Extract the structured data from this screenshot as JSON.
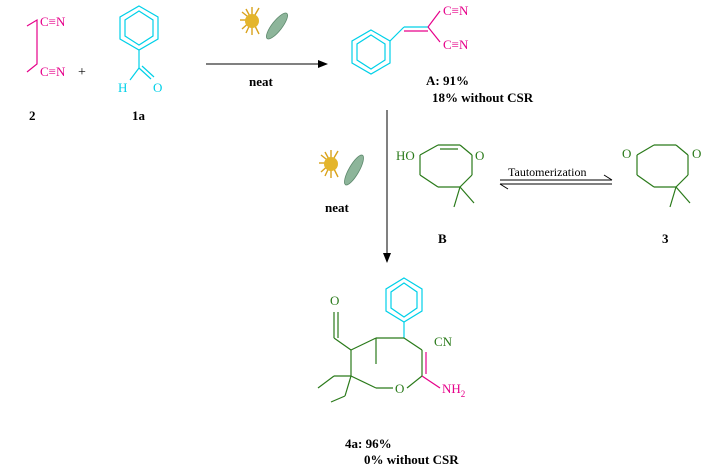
{
  "colors": {
    "malononitrile": "#e6008a",
    "aldehyde": "#00d0e8",
    "dimedone": "#2a7a1a",
    "black": "#000000",
    "sun": "#d9a21b",
    "leaf": "#7fa58a"
  },
  "reactants": {
    "malononitrile_cn_top": "C≡N",
    "malononitrile_cn_bottom": "C≡N",
    "malononitrile_label": "2",
    "plus": "+",
    "aldehyde_h": "H",
    "aldehyde_o": "O",
    "aldehyde_label": "1a"
  },
  "step1": {
    "condition": "neat",
    "icon": "sun-leaf-icon"
  },
  "intermediate_a": {
    "cn_top": "C≡N",
    "cn_bottom": "C≡N",
    "yield_line": "A: 91%",
    "without_line": "18%  without CSR"
  },
  "step2": {
    "condition": "neat",
    "icon": "sun-leaf-icon"
  },
  "intermediate_b": {
    "ho": "HO",
    "o": "O",
    "label": "B"
  },
  "tautomer": {
    "label": "Tautomerization"
  },
  "dimedone": {
    "o_left": "O",
    "o_right": "O",
    "label": "3"
  },
  "product": {
    "o": "O",
    "ring_o": "O",
    "cn": "CN",
    "nh": "NH",
    "nh_sub": "2",
    "yield_line": "4a: 96%",
    "without_line": "0%  without CSR"
  }
}
